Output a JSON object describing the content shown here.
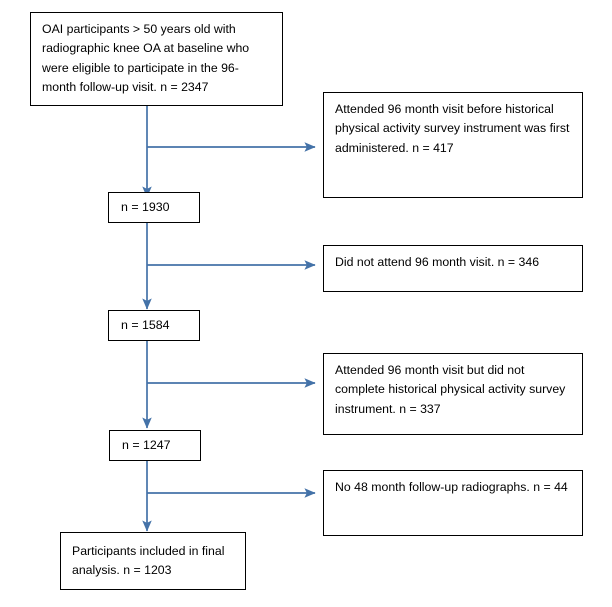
{
  "diagram": {
    "title": "OAI participant selection flow diagram",
    "accent_color": "#4472a8",
    "border_color": "#000000",
    "background_color": "#ffffff"
  },
  "nodes": {
    "start": {
      "label": "OAI participants > 50 years old with radiographic knee OA at baseline who were eligible to participate in the 96-month follow-up visit. n = 2347",
      "count": 2347
    },
    "stage1": {
      "label": "n = 1930",
      "count": 1930
    },
    "stage2": {
      "label": "n = 1584",
      "count": 1584
    },
    "stage3": {
      "label": "n = 1247",
      "count": 1247
    },
    "final": {
      "label": "Participants included in final analysis. n = 1203",
      "count": 1203
    }
  },
  "exclusions": [
    {
      "label": "Attended 96 month visit before historical physical activity survey instrument was first administered. n = 417",
      "count": 417
    },
    {
      "label": "Did not attend 96 month visit. n = 346",
      "count": 346
    },
    {
      "label": "Attended 96 month visit but did not complete historical physical activity survey instrument. n = 337",
      "count": 337
    },
    {
      "label": "No 48 month follow-up radiographs. n = 44",
      "count": 44
    }
  ]
}
